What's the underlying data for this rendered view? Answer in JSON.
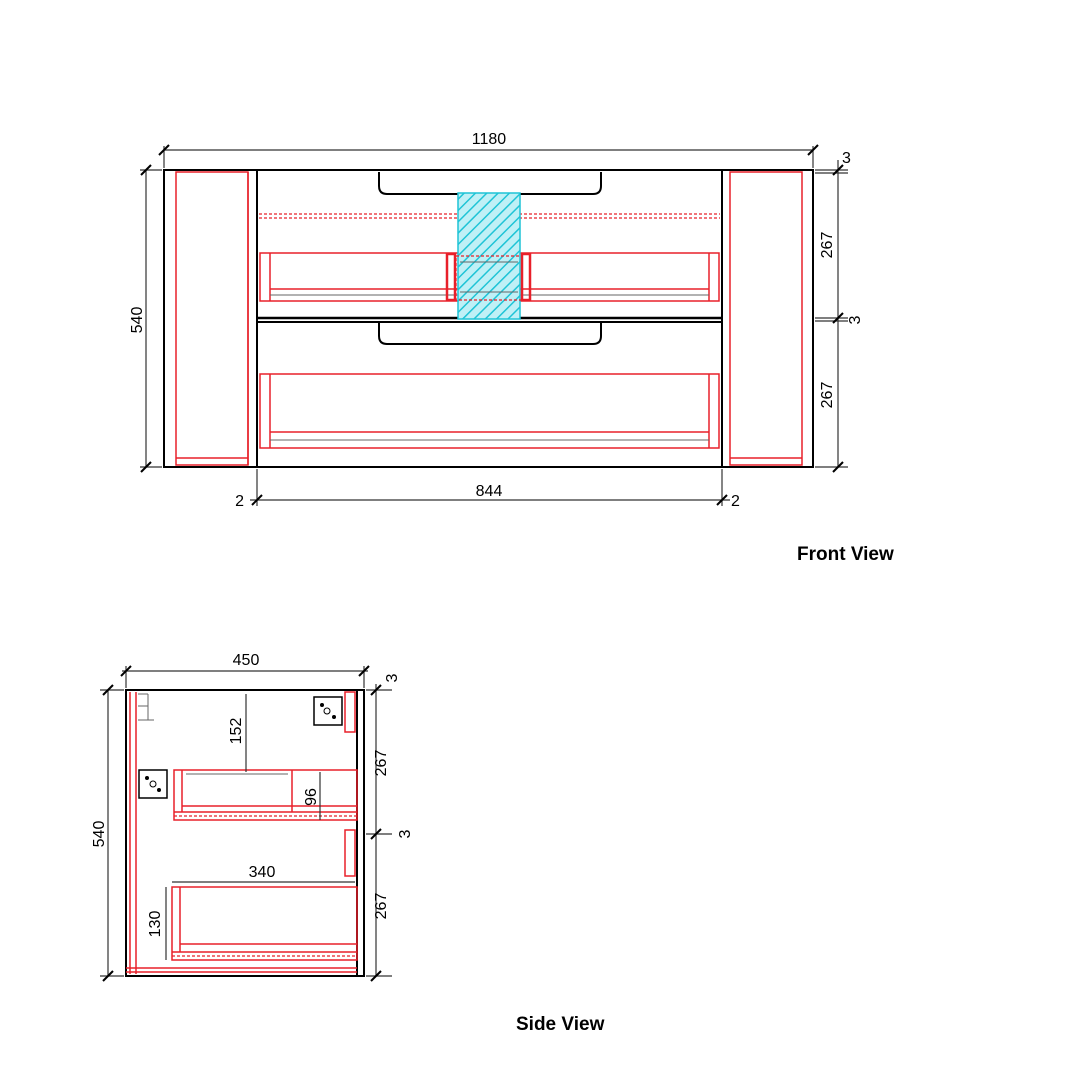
{
  "front_view": {
    "caption": "Front View",
    "dims": {
      "overall_width": "1180",
      "overall_height": "540",
      "top_gap": "3",
      "drawer_height_top": "267",
      "mid_gap": "3",
      "drawer_height_bottom": "267",
      "side_gap_left": "2",
      "drawer_width": "844",
      "side_gap_right": "2"
    }
  },
  "side_view": {
    "caption": "Side View",
    "dims": {
      "depth": "450",
      "height": "540",
      "top_gap": "3",
      "drawer_height_top": "267",
      "mid_gap": "3",
      "drawer_height_bottom": "267",
      "cutout_depth": "152",
      "cutout_height": "96",
      "bottom_drawer_depth": "340",
      "bottom_drawer_height": "130"
    }
  },
  "colors": {
    "outline": "#000000",
    "hidden_lines": "#e8202a",
    "plumbing_cutout": "#1fc4d6"
  }
}
